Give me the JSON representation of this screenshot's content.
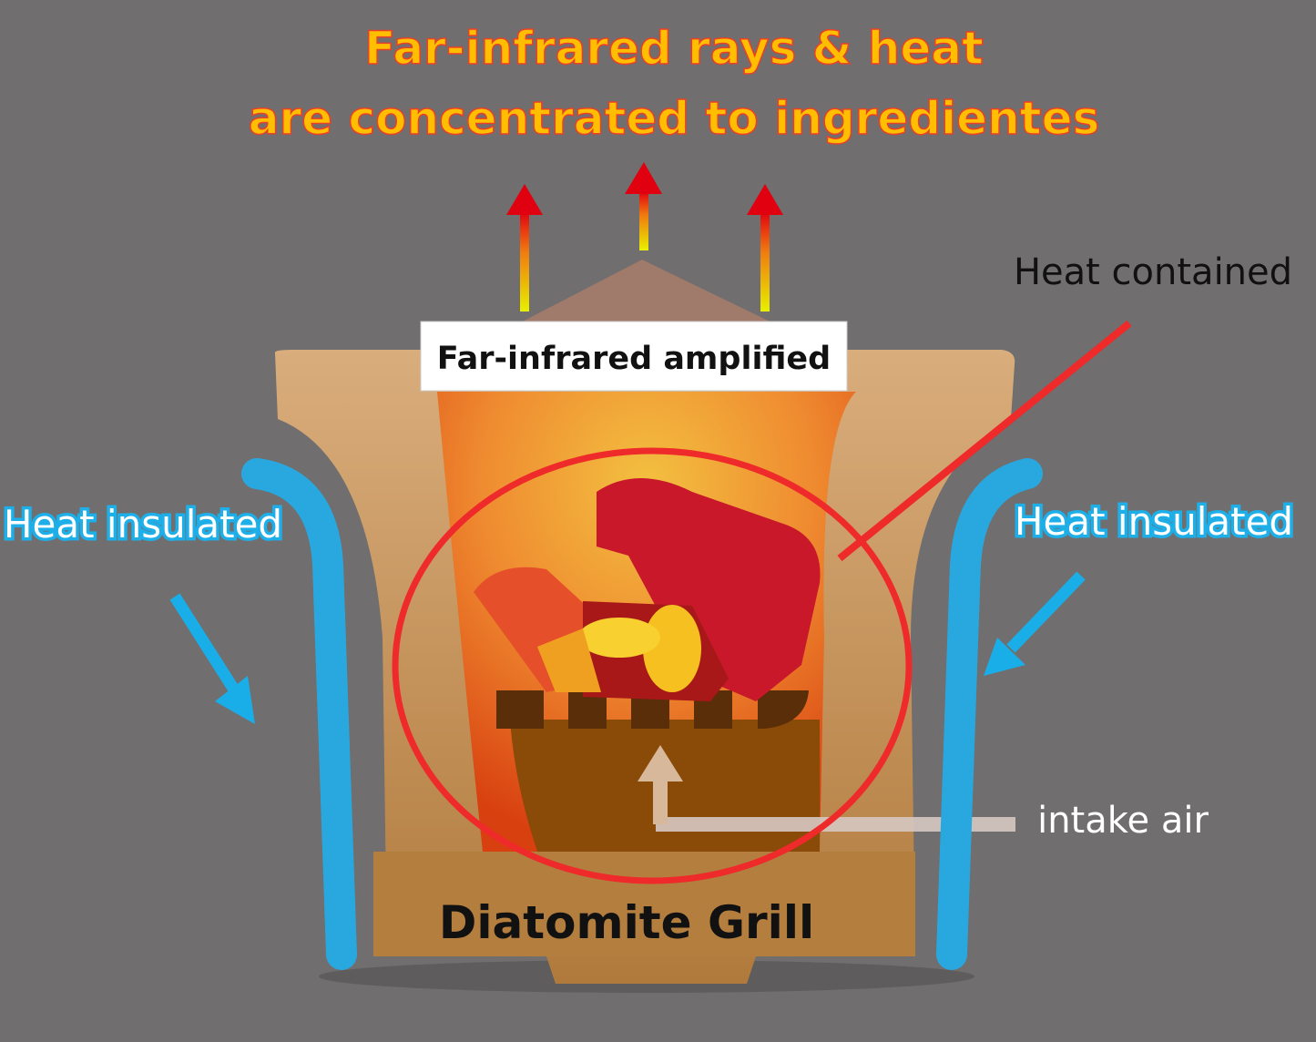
{
  "title": {
    "line1": "Far-infrared rays & heat",
    "line2": "are concentrated to ingredientes"
  },
  "labels": {
    "far_infrared_amplified": "Far-infrared amplified",
    "heat_contained": "Heat contained",
    "heat_insulated_left": "Heat insulated",
    "heat_insulated_right": "Heat insulated",
    "intake_air": "intake air",
    "grill_name": "Diatomite Grill"
  },
  "colors": {
    "background": "#706e6e",
    "title_fill": "#ffbf00",
    "insulation_blue": "#29a8e0",
    "highlight_red": "#ee2a2a"
  }
}
